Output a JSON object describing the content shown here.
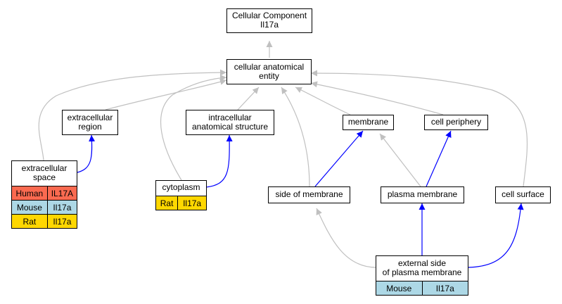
{
  "nodes": {
    "root": {
      "line1": "Cellular Component",
      "line2": "Il17a"
    },
    "entity": {
      "line1": "cellular anatomical",
      "line2": "entity"
    },
    "extracellular_region": {
      "line1": "extracellular",
      "line2": "region"
    },
    "intracellular": {
      "line1": "intracellular",
      "line2": "anatomical structure"
    },
    "membrane": {
      "line1": "membrane"
    },
    "cell_periphery": {
      "line1": "cell periphery"
    },
    "extracellular_space": {
      "line1": "extracellular",
      "line2": "space"
    },
    "cytoplasm": {
      "line1": "cytoplasm"
    },
    "side_of_membrane": {
      "line1": "side of membrane"
    },
    "plasma_membrane": {
      "line1": "plasma membrane"
    },
    "cell_surface": {
      "line1": "cell surface"
    },
    "external_side": {
      "line1": "external side",
      "line2": "of plasma membrane"
    }
  },
  "tables": {
    "extracellular_space": [
      {
        "species": "Human",
        "gene": "IL17A",
        "color": "#fa6a50"
      },
      {
        "species": "Mouse",
        "gene": "Il17a",
        "color": "#add8e6"
      },
      {
        "species": "Rat",
        "gene": "Il17a",
        "color": "#ffd700"
      }
    ],
    "cytoplasm": [
      {
        "species": "Rat",
        "gene": "Il17a",
        "color": "#ffd700"
      }
    ],
    "external_side": [
      {
        "species": "Mouse",
        "gene": "Il17a",
        "color": "#add8e6"
      }
    ]
  },
  "colors": {
    "gray_edge": "#c0c0c0",
    "blue_edge": "#0000ff",
    "border": "#000000"
  }
}
